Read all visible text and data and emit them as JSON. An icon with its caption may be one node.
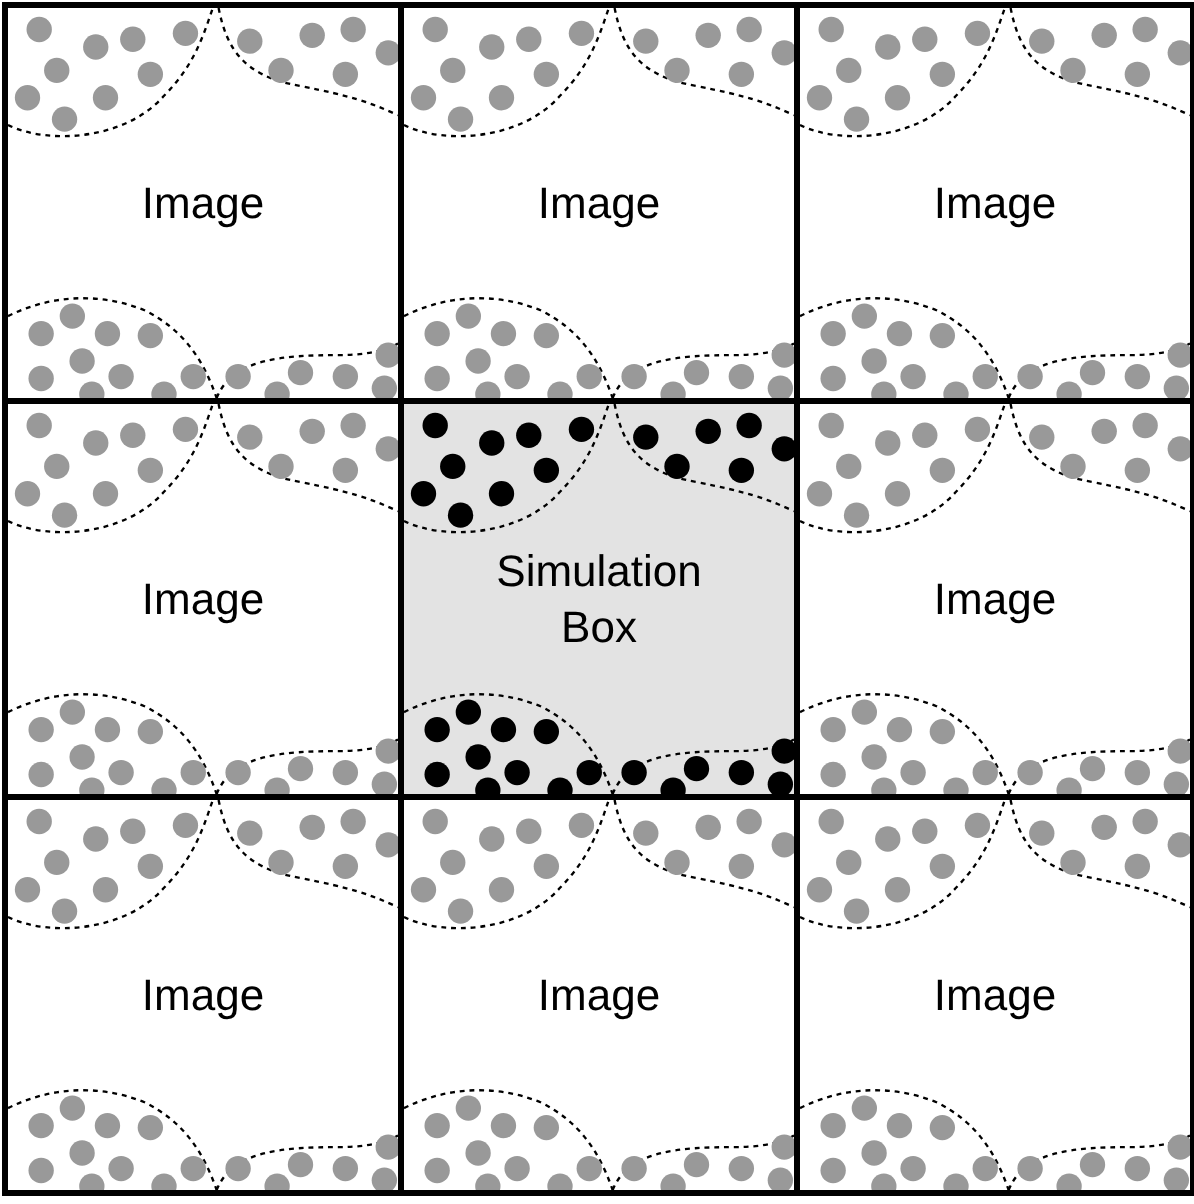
{
  "diagram": {
    "nodes": [
      {
        "text": [
          "Image"
        ]
      },
      {
        "text": [
          "Image"
        ]
      },
      {
        "text": [
          "Image"
        ]
      },
      {
        "text": [
          "Image"
        ]
      },
      {
        "text": [
          "Simulation Box"
        ]
      },
      {
        "text": [
          "Image"
        ]
      },
      {
        "text": [
          "Image"
        ]
      },
      {
        "text": [
          "Image"
        ]
      },
      {
        "text": [
          "Image"
        ]
      }
    ]
  }
}
